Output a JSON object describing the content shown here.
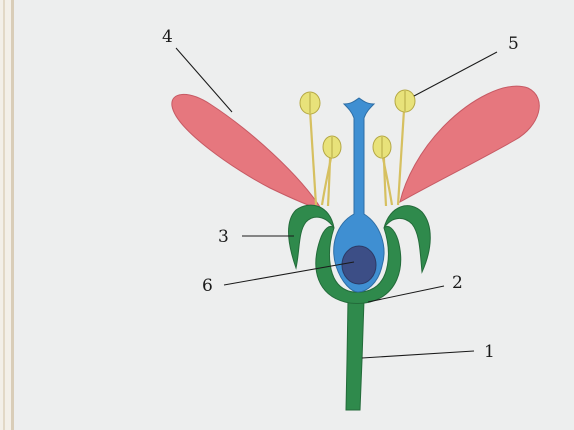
{
  "labels": {
    "l1": "1",
    "l2": "2",
    "l3": "3",
    "l4": "4",
    "l5": "5",
    "l6": "6"
  },
  "colors": {
    "background": "#edeeee",
    "stem": "#2f8a4c",
    "sepal": "#2f8a4c",
    "petal": "#e6777e",
    "filament": "#d6c060",
    "anther": "#e8e27a",
    "pistil": "#3f8fd2",
    "ovule": "#3c4e86",
    "frame": "#d9cdb8"
  },
  "icons": {
    "flower": "flower-structure-diagram"
  }
}
